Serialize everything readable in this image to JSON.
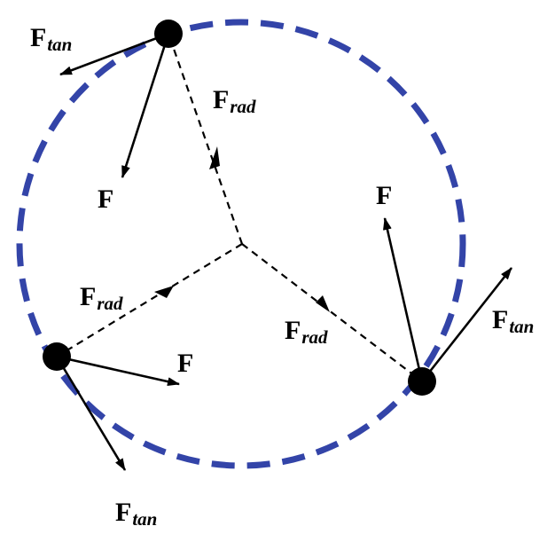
{
  "colors": {
    "circle": "#3344a8",
    "vectors": "#000000",
    "particles": "#000000"
  },
  "labels": {
    "force": "F",
    "tan_sub": "tan",
    "rad_sub": "rad"
  }
}
